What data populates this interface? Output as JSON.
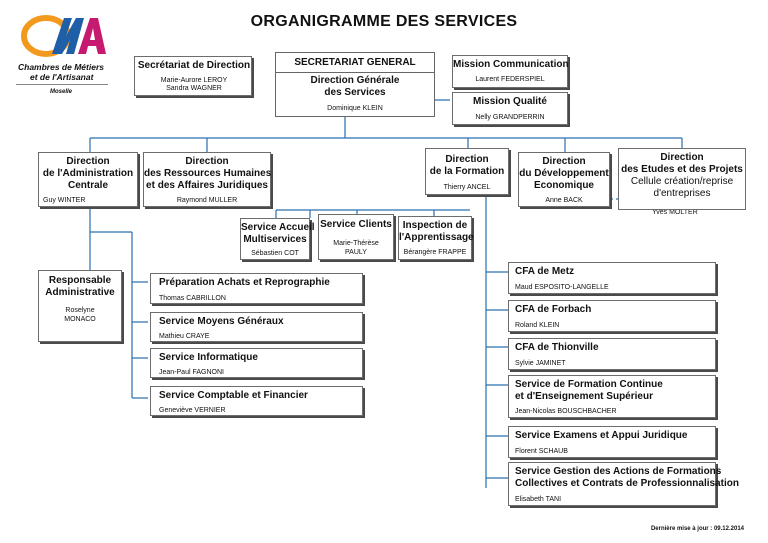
{
  "title": "ORGANIGRAMME DES SERVICES",
  "logo": {
    "name": "Chambres de Métiers et de l'Artisanat",
    "line1": "Chambres de Métiers",
    "line2": "et de l'Artisanat",
    "region": "Moselle",
    "colors": {
      "orange": "#f39a1e",
      "blue": "#1f5fa8",
      "magenta": "#c51a6f"
    }
  },
  "boxes": {
    "secretariat_direction": {
      "title": "Secrétariat de Direction",
      "people_line1": "Marie-Aurore LEROY",
      "people_line2": "Sandra WAGNER"
    },
    "dgs": {
      "header": "SECRETARIAT GENERAL",
      "title_line1": "Direction Générale",
      "title_line2": "des Services",
      "person": "Dominique KLEIN"
    },
    "mission_communication": {
      "title": "Mission Communication",
      "person": "Laurent FEDERSPIEL"
    },
    "mission_qualite": {
      "title": "Mission Qualité",
      "person": "Nelly GRANDPERRIN"
    },
    "dir_admin": {
      "line1": "Direction",
      "line2": "de l'Administration",
      "line3": "Centrale",
      "person": "Guy WINTER"
    },
    "dir_rh": {
      "line1": "Direction",
      "line2": "des Ressources Humaines",
      "line3": "et des Affaires Juridiques",
      "person": "Raymond MULLER"
    },
    "dir_formation": {
      "line1": "Direction",
      "line2": "de la Formation",
      "person": "Thierry ANCEL"
    },
    "dir_dev": {
      "line1": "Direction",
      "line2": "du Développement",
      "line3": "Economique",
      "person": "Anne BACK"
    },
    "dir_etudes": {
      "line1": "Direction",
      "line2": "des Etudes et des Projets",
      "line3": "Cellule création/reprise",
      "line4": "d'entreprises",
      "person": "Yves MOLTER"
    },
    "service_accueil": {
      "line1": "Service Accueil",
      "line2": "Multiservices",
      "person": "Sébastien COT"
    },
    "service_clients": {
      "title": "Service Clients",
      "person_line1": "Marie-Thérèse",
      "person_line2": "PAULY"
    },
    "inspection": {
      "line1": "Inspection de",
      "line2": "l'Apprentissage",
      "person": "Bérangère FRAPPE"
    },
    "resp_admin": {
      "line1": "Responsable",
      "line2": "Administrative",
      "person_line1": "Roselyne",
      "person_line2": "MONACO"
    },
    "achats": {
      "title": "Préparation Achats et Reprographie",
      "person": "Thomas CABRILLON"
    },
    "moyens": {
      "title": "Service Moyens Généraux",
      "person": "Mathieu CRAYE"
    },
    "informatique": {
      "title": "Service Informatique",
      "person": "Jean-Paul FAGNONI"
    },
    "comptable": {
      "title": "Service Comptable et Financier",
      "person": "Geneviève VERNIER"
    },
    "cfa_metz": {
      "title": "CFA de Metz",
      "person": "Maud ESPOSITO-LANGELLE"
    },
    "cfa_forbach": {
      "title": "CFA de Forbach",
      "person": "Roland KLEIN"
    },
    "cfa_thionville": {
      "title": "CFA de Thionville",
      "person": "Sylvie JAMINET"
    },
    "formation_continue": {
      "line1": "Service de Formation Continue",
      "line2": "et d'Enseignement Supérieur",
      "person": "Jean-Nicolas BOUSCHBACHER"
    },
    "examens": {
      "title": "Service Examens et Appui Juridique",
      "person": "Florent SCHAUB"
    },
    "gestion_actions": {
      "line1": "Service Gestion des Actions de Formations",
      "line2": "Collectives et Contrats de Professionnalisation",
      "person": "Elisabeth TANI"
    }
  },
  "footer": "Dernière mise à jour : 09.12.2014"
}
